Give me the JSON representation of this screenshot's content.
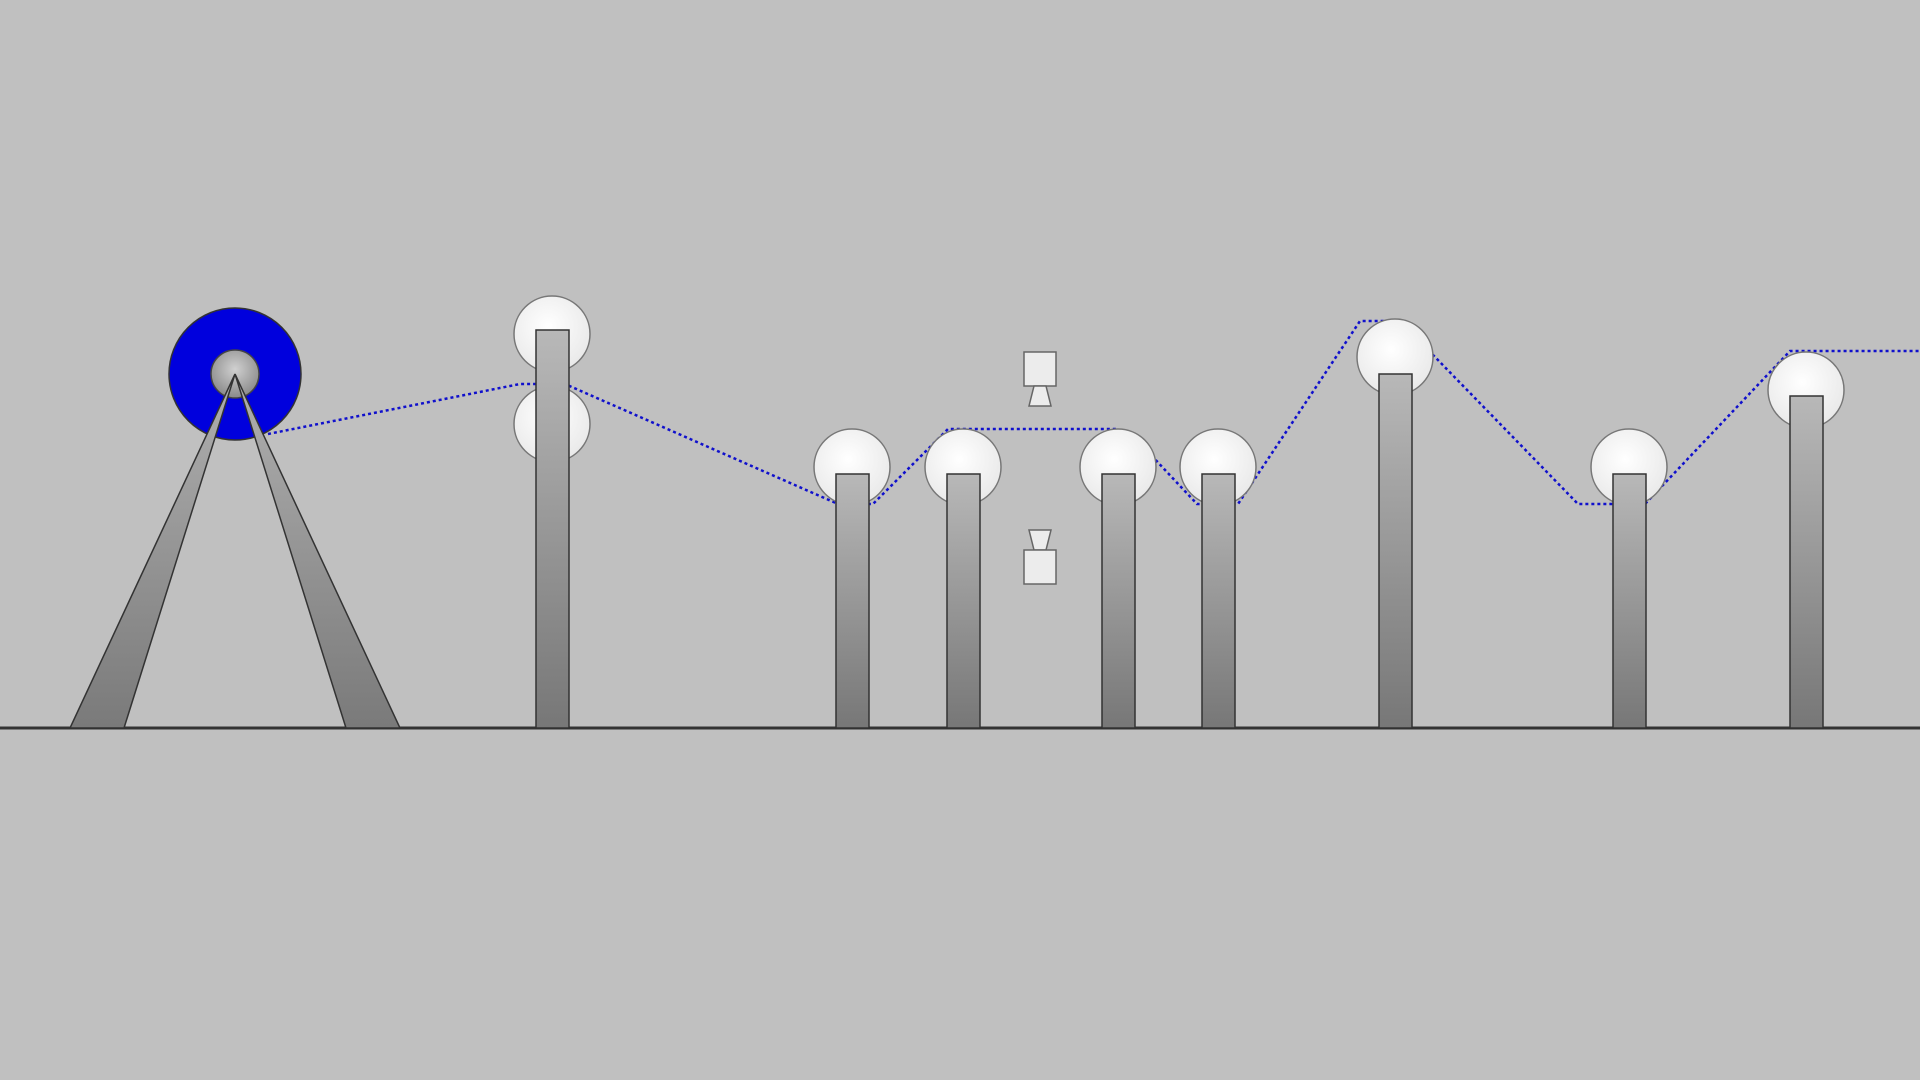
{
  "scene": {
    "background_color": "#c0c0c0",
    "floor_color": "#333333",
    "web_color": "#1010cc",
    "supply_roll_color": "#0000dd",
    "roller_fill": "#f4f4f4",
    "roller_stroke": "#777777",
    "stand_top_color": "#b8b8b8",
    "stand_bottom_color": "#777777",
    "components": [
      {
        "name": "unwind-spool-stand",
        "kind": "a-frame-with-spool"
      },
      {
        "name": "nip-roller-pair",
        "kind": "post-with-two-rollers"
      },
      {
        "name": "idler-roller-1",
        "kind": "post-with-roller"
      },
      {
        "name": "idler-roller-2",
        "kind": "post-with-roller"
      },
      {
        "name": "measurement-head-pair",
        "kind": "sensor-pair"
      },
      {
        "name": "idler-roller-3",
        "kind": "post-with-roller"
      },
      {
        "name": "idler-roller-4",
        "kind": "post-with-roller"
      },
      {
        "name": "dancer-roller-high",
        "kind": "post-with-roller"
      },
      {
        "name": "idler-roller-5",
        "kind": "post-with-roller"
      },
      {
        "name": "exit-roller",
        "kind": "post-with-roller"
      }
    ]
  }
}
